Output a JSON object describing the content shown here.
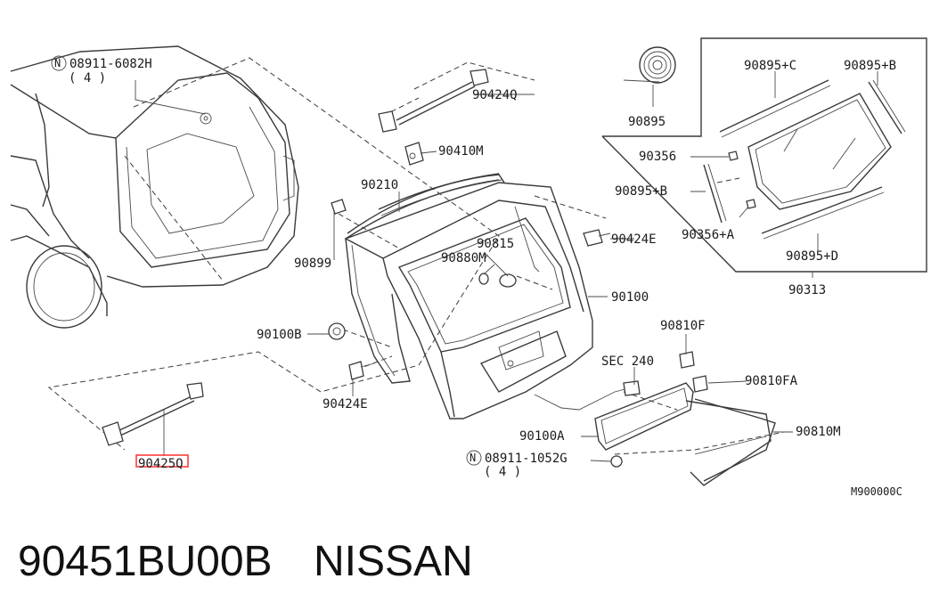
{
  "caption": {
    "part_number": "90451BU00B",
    "brand": "NISSAN"
  },
  "labels": {
    "bolt_circled": "08911-6082H",
    "bolt_qty": "( 4 )",
    "stay_upper": "90424Q",
    "hinge": "90410M",
    "weatherstrip": "90210",
    "bumper_rubber": "90899",
    "washer_nozzle": "90815",
    "cap": "90880M",
    "striker_right": "90424E",
    "door": "90100",
    "lock_b": "90100B",
    "striker_lower": "90424E",
    "stay_lower": "90425Q",
    "sec": "SEC 240",
    "clip": "90810F",
    "clip_fa": "90810FA",
    "harness": "90100A",
    "finisher": "90810M",
    "nut_circled": "08911-1052G",
    "nut_qty": "( 4 )",
    "drawing_code": "M900000C",
    "tape_roll": "90895",
    "mould_c": "90895+C",
    "mould_b_top": "90895+B",
    "clip_356": "90356",
    "mould_b": "90895+B",
    "clip_356a": "90356+A",
    "mould_d": "90895+D",
    "glass": "90313",
    "circle_n": "N"
  },
  "colors": {
    "line": "#3a3a3a",
    "highlight": "#ff3b3b",
    "text": "#1a1a1a"
  }
}
